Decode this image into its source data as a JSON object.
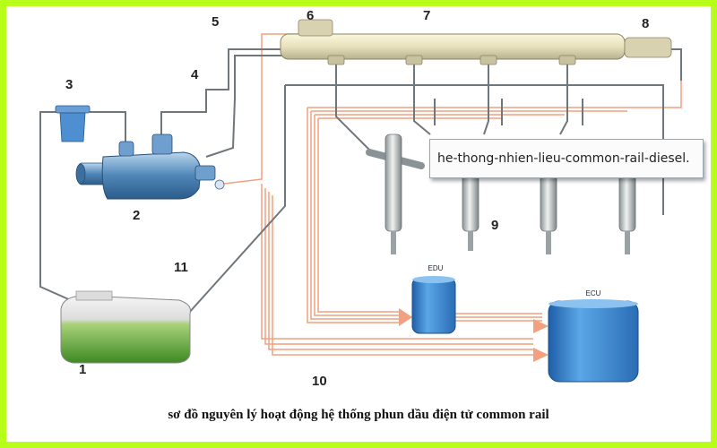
{
  "labels": {
    "n1": "1",
    "n2": "2",
    "n3": "3",
    "n4": "4",
    "n5": "5",
    "n6": "6",
    "n7": "7",
    "n8": "8",
    "n9": "9",
    "n10": "10",
    "n11": "11"
  },
  "edu_label": "EDU",
  "ecu_label": "ECU",
  "tooltip": "he-thong-nhien-lieu-common-rail-diesel.",
  "caption": "sơ đồ nguyên lý hoạt động hệ thống phun dầu điện tử common rail",
  "colors": {
    "border": "#b7ff1a",
    "fuel_line": "#6f767c",
    "signal_line": "#f2a07e",
    "module": "#3a83c9",
    "fuel": "#6aa63a"
  }
}
